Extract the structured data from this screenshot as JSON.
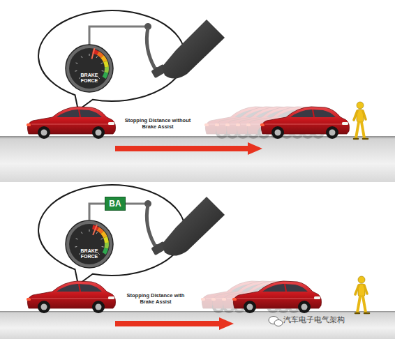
{
  "diagram": {
    "nodes": [
      {
        "text": [
          "BRAKE FORCE"
        ]
      },
      {
        "text": [
          "BA"
        ]
      },
      {
        "text": [
          "BRAKE FORCE"
        ]
      }
    ],
    "edges": [
      {
        "from": 2,
        "to": 1,
        "arrow": "none"
      }
    ],
    "labels": [
      "Stopping Distance without Brake Assist",
      "Stopping Distance with Brake Assist",
      "汽车电子电气架构"
    ]
  }
}
